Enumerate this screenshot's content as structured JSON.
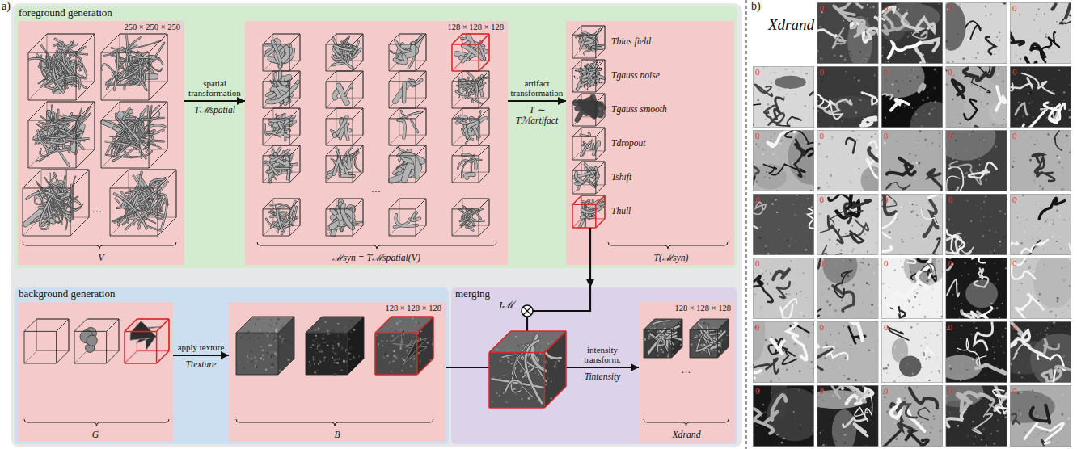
{
  "diagram": {
    "nodes": [
      {
        "text": [
          "foreground generation"
        ]
      },
      {
        "text": [
          "250 × 250 × 250",
          "...",
          "V"
        ],
        "in": 0
      },
      {
        "text": [
          "128 × 128 × 128",
          "...",
          "ℳsyn = Tℳspatial(V)"
        ],
        "in": 0
      },
      {
        "text": [
          "Tbias field",
          "Tgauss noise",
          "Tgauss smooth",
          "Tdropout",
          "Tshift",
          "Thull",
          "T(ℳsyn)"
        ],
        "in": 0
      },
      {
        "text": [
          "background generation"
        ]
      },
      {
        "text": [
          "G"
        ],
        "in": 4
      },
      {
        "text": [
          "128 × 128 × 128",
          "B"
        ],
        "in": 4
      },
      {
        "text": [
          "merging"
        ]
      },
      {
        "text": [
          "128 × 128 × 128",
          "...",
          "Xdrand"
        ],
        "in": 7
      }
    ],
    "edges": [
      {
        "from": 1,
        "to": 2,
        "arrow": "to",
        "label": "spatial transformation"
      },
      {
        "from": 2,
        "to": 3,
        "arrow": "to",
        "label": "artifact transformation"
      },
      {
        "from": 5,
        "to": 6,
        "arrow": "to",
        "label": "apply texture"
      },
      {
        "from": 6,
        "to": 8,
        "arrow": "to",
        "label": "intensity transform."
      },
      {
        "from": 3,
        "to": 7,
        "arrow": "to",
        "label": "Iℳ"
      }
    ],
    "labels": [
      "a)",
      "Tℳspatial",
      "T ∼ Tℳartifact",
      "Ttexture",
      "Tintensity",
      "b)",
      "Xdrand",
      "0",
      "0",
      "0",
      "0",
      "0",
      "0",
      "0",
      "0",
      "0",
      "0",
      "0",
      "0",
      "0",
      "0",
      "0",
      "0",
      "0",
      "0",
      "0",
      "0",
      "0",
      "0",
      "0",
      "0",
      "0",
      "0",
      "0",
      "0",
      "0",
      "0",
      "0",
      "0",
      "0",
      "0"
    ]
  }
}
